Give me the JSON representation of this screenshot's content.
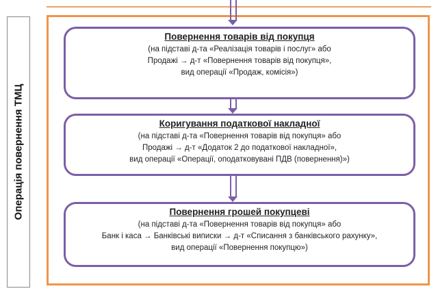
{
  "side_label": "Операція повернення ТМЦ",
  "steps": [
    {
      "title": "Повернення товарів від покупця",
      "lines": [
        "(на підставі д-та «Реалізація товарів і послуг» або",
        "Продажі → д-т «Повернення товарів від покупця»,",
        "вид операції «Продаж, комісія»)"
      ]
    },
    {
      "title": "Коригування податкової накладної",
      "lines": [
        "(на підставі д-та «Повернення товарів від покупця» або",
        "Продажі → д-т «Додаток 2 до податкової накладної»,",
        "вид операції «Операції, оподатковувані ПДВ (повернення)»)"
      ]
    },
    {
      "title": "Повернення грошей покупцеві",
      "lines": [
        "(на підставі д-та «Повернення товарів від покупця» або",
        "Банк і каса → Банківські виписки → д-т «Списання з банківського рахунку»,",
        "вид операції «Повернення покупцю»)"
      ]
    }
  ],
  "colors": {
    "outer": "#f0954a",
    "box": "#7a5ea8"
  }
}
